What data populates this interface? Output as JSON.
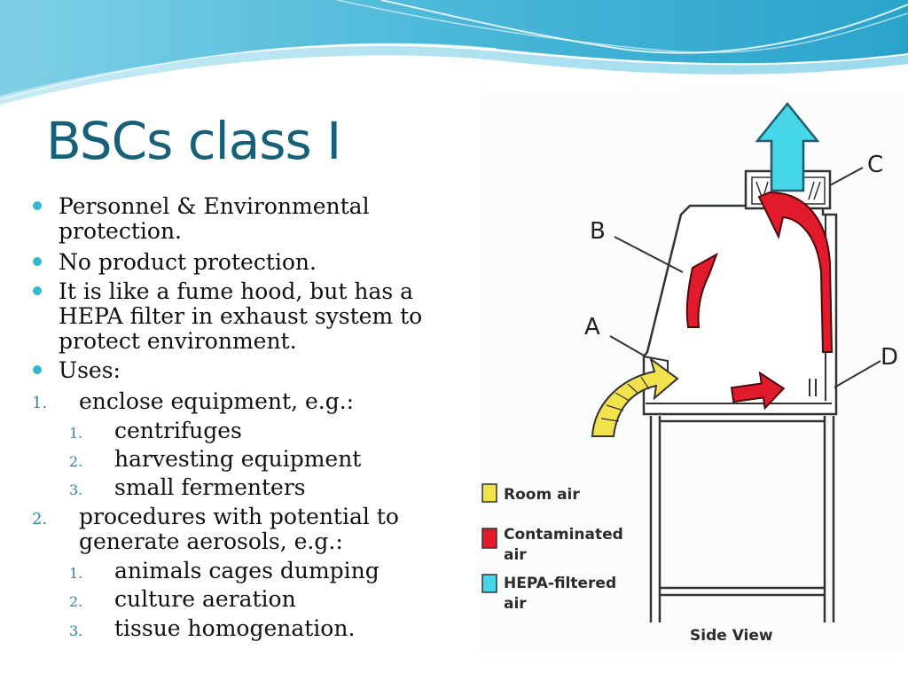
{
  "slide": {
    "title": "BSCs class I",
    "bullets": [
      {
        "line1": "Personnel & Environmental",
        "line2": "protection."
      },
      {
        "line1": "No product protection."
      },
      {
        "line1": "It is like a fume hood, but has a",
        "line2": "HEPA filter in exhaust system to",
        "line3": "protect environment."
      },
      {
        "line1": "Uses:"
      }
    ],
    "uses": [
      {
        "number": "1.",
        "line1": "enclose equipment, e.g.:",
        "subitems": [
          {
            "number": "1.",
            "text": "centrifuges"
          },
          {
            "number": "2.",
            "text": "harvesting equipment"
          },
          {
            "number": "3.",
            "text": "small fermenters"
          }
        ]
      },
      {
        "number": "2.",
        "line1": "procedures with potential to",
        "line2": "generate aerosols, e.g.:",
        "subitems": [
          {
            "number": "1.",
            "text": "animals cages dumping"
          },
          {
            "number": "2.",
            "text": "culture aeration"
          },
          {
            "number": "3.",
            "text": "tissue homogenation."
          }
        ]
      }
    ]
  },
  "figure": {
    "labels": {
      "a": "A",
      "b": "B",
      "c": "C",
      "d": "D"
    },
    "legend": [
      {
        "line1": "Room air",
        "color": "#f2e34c"
      },
      {
        "line1": "Contaminated",
        "line2": "air",
        "color": "#e21b2c"
      },
      {
        "line1": "HEPA-filtered",
        "line2": "air",
        "color": "#45d6e8"
      }
    ],
    "caption": "Side View"
  },
  "colors": {
    "title": "#17607a",
    "bullet": "#35b6cf",
    "numbering": "#2a88a8",
    "header_wave": "#3fb3d4"
  }
}
